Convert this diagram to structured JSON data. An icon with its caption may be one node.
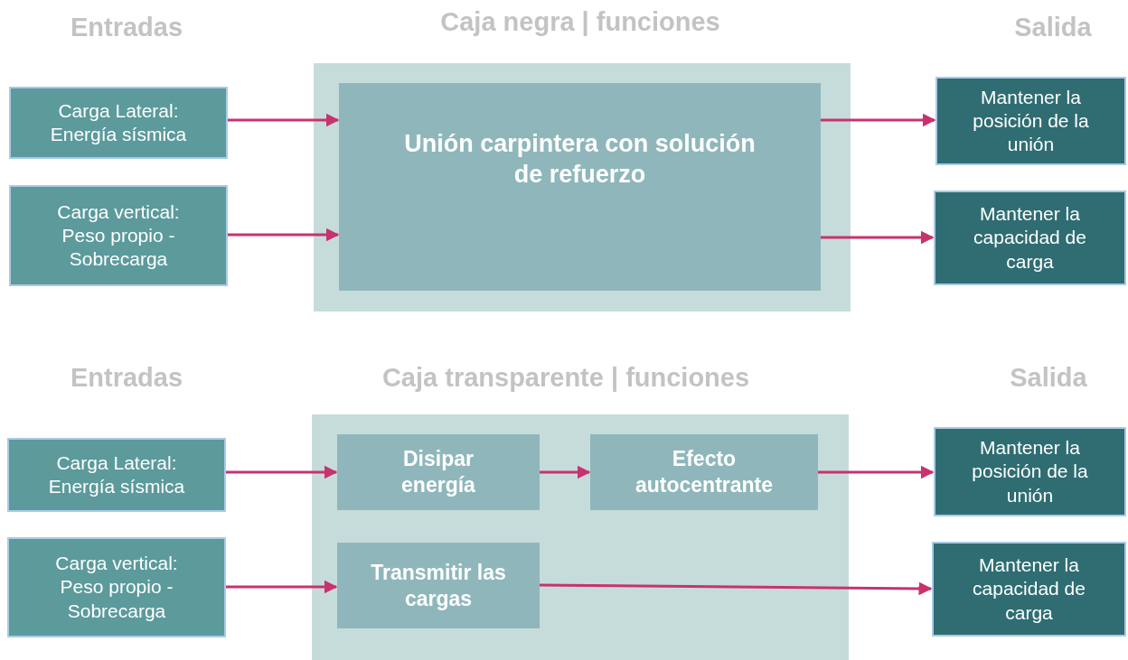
{
  "diagram": {
    "nodes": [
      {
        "text": [
          "Carga Lateral: Energía sísmica"
        ]
      },
      {
        "text": [
          "Carga vertical: Peso propio - Sobrecarga"
        ]
      },
      {
        "text": [],
        "shape": "box"
      },
      {
        "text": [
          "Unión carpintera con solución de refuerzo"
        ],
        "in": 2
      },
      {
        "text": [
          "Mantener la posición de la unión"
        ]
      },
      {
        "text": [
          "Mantener la capacidad de carga"
        ]
      },
      {
        "text": [
          "Carga Lateral: Energía sísmica"
        ]
      },
      {
        "text": [
          "Carga vertical: Peso propio - Sobrecarga"
        ]
      },
      {
        "text": [],
        "shape": "box"
      },
      {
        "text": [
          "Disipar energía"
        ],
        "in": 8
      },
      {
        "text": [
          "Efecto autocentrante"
        ],
        "in": 8
      },
      {
        "text": [
          "Transmitir las cargas"
        ],
        "in": 8
      },
      {
        "text": [
          "Mantener la posición de la unión"
        ]
      },
      {
        "text": [
          "Mantener la capacidad de carga"
        ]
      }
    ],
    "edges": [
      {
        "from": 0,
        "to": 3,
        "arrow": "to"
      },
      {
        "from": 1,
        "to": 3,
        "arrow": "to"
      },
      {
        "from": 3,
        "to": 4,
        "arrow": "to"
      },
      {
        "from": 3,
        "to": 5,
        "arrow": "to"
      },
      {
        "from": 6,
        "to": 9,
        "arrow": "to"
      },
      {
        "from": 9,
        "to": 10,
        "arrow": "to"
      },
      {
        "from": 10,
        "to": 12,
        "arrow": "to"
      },
      {
        "from": 7,
        "to": 11,
        "arrow": "to"
      },
      {
        "from": 11,
        "to": 13,
        "arrow": "to"
      }
    ],
    "labels": [
      "Entradas",
      "Caja negra | funciones",
      "Salida",
      "Entradas",
      "Caja transparente | funciones",
      "Salida"
    ]
  }
}
